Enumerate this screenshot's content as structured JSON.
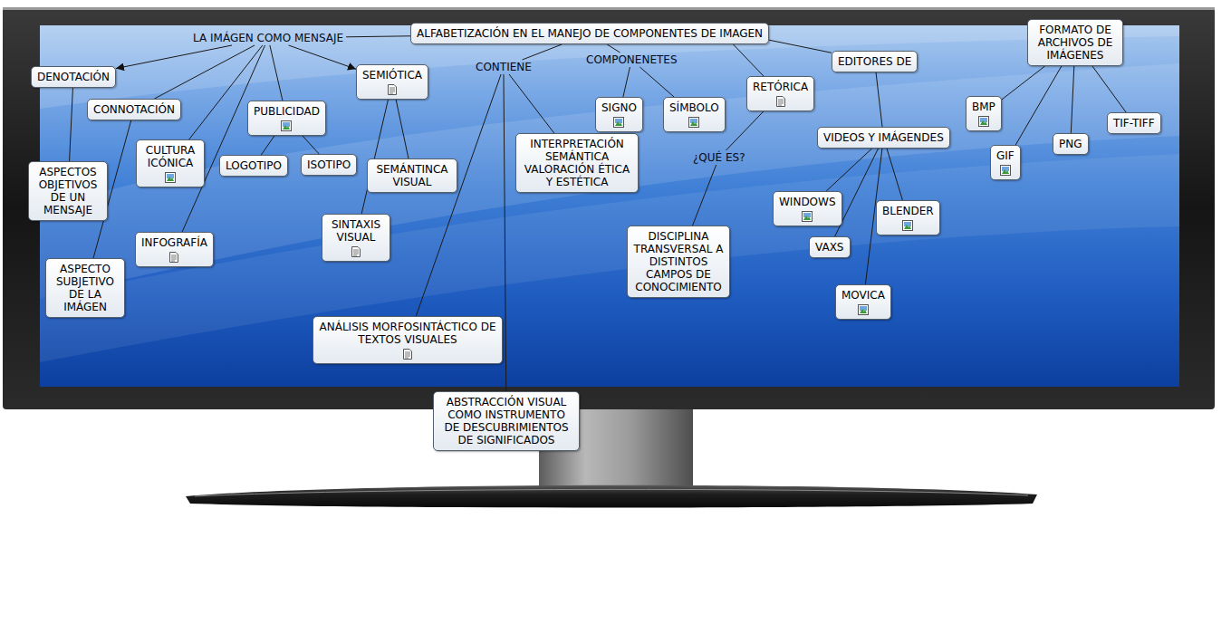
{
  "diagram": {
    "nodes": [
      {
        "text": [
          "ALFABETIZACIÓN EN EL MANEJO DE COMPONENTES DE IMAGEN"
        ]
      },
      {
        "text": [
          "LA IMÁGEN COMO MENSAJE"
        ]
      },
      {
        "text": [
          "DENOTACIÓN"
        ]
      },
      {
        "text": [
          "CONNOTACIÓN"
        ]
      },
      {
        "text": [
          "CULTURA ICÓNICA"
        ]
      },
      {
        "text": [
          "PUBLICIDAD"
        ]
      },
      {
        "text": [
          "LOGOTIPO"
        ]
      },
      {
        "text": [
          "ISOTIPO"
        ]
      },
      {
        "text": [
          "SEMIÓTICA"
        ]
      },
      {
        "text": [
          "SEMÁNTINCA VISUAL"
        ]
      },
      {
        "text": [
          "SINTAXIS VISUAL"
        ]
      },
      {
        "text": [
          "INFOGRAFÍA"
        ]
      },
      {
        "text": [
          "ASPECTOS OBJETIVOS DE UN MENSAJE"
        ]
      },
      {
        "text": [
          "ASPECTO SUBJETIVO DE LA IMÁGEN"
        ]
      },
      {
        "text": [
          "CONTIENE"
        ]
      },
      {
        "text": [
          "ANÁLISIS MORFOSINTÁCTICO DE TEXTOS VISUALES"
        ]
      },
      {
        "text": [
          "ABSTRACCIÓN VISUAL COMO INSTRUMENTO DE DESCUBRIMIENTOS DE SIGNIFICADOS"
        ]
      },
      {
        "text": [
          "INTERPRETACIÓN SEMÁNTICA VALORACIÓN ÉTICA Y ESTÉTICA"
        ]
      },
      {
        "text": [
          "COMPONENETES"
        ]
      },
      {
        "text": [
          "SIGNO"
        ]
      },
      {
        "text": [
          "SÍMBOLO"
        ]
      },
      {
        "text": [
          "RETÓRICA"
        ]
      },
      {
        "text": [
          "¿QUÉ ES?"
        ]
      },
      {
        "text": [
          "DISCIPLINA TRANSVERSAL A DISTINTOS CAMPOS DE CONOCIMIENTO"
        ]
      },
      {
        "text": [
          "EDITORES DE"
        ]
      },
      {
        "text": [
          "VIDEOS Y IMÁGENDES"
        ]
      },
      {
        "text": [
          "WINDOWS"
        ]
      },
      {
        "text": [
          "VAXS"
        ]
      },
      {
        "text": [
          "BLENDER"
        ]
      },
      {
        "text": [
          "MOVICA"
        ]
      },
      {
        "text": [
          "FORMATO DE ARCHIVOS DE IMÁGENES"
        ]
      },
      {
        "text": [
          "BMP"
        ]
      },
      {
        "text": [
          "GIF"
        ]
      },
      {
        "text": [
          "PNG"
        ]
      },
      {
        "text": [
          "TIF-TIFF"
        ]
      }
    ],
    "edges": [
      {
        "from": 0,
        "to": 1,
        "arrow": "none"
      },
      {
        "from": 1,
        "to": 2,
        "arrow": "to"
      },
      {
        "from": 1,
        "to": 3,
        "arrow": "none"
      },
      {
        "from": 1,
        "to": 4,
        "arrow": "none"
      },
      {
        "from": 1,
        "to": 5,
        "arrow": "none"
      },
      {
        "from": 1,
        "to": 11,
        "arrow": "none"
      },
      {
        "from": 1,
        "to": 8,
        "arrow": "to"
      },
      {
        "from": 2,
        "to": 12,
        "arrow": "none"
      },
      {
        "from": 3,
        "to": 13,
        "arrow": "none"
      },
      {
        "from": 5,
        "to": 6,
        "arrow": "none"
      },
      {
        "from": 5,
        "to": 7,
        "arrow": "none"
      },
      {
        "from": 8,
        "to": 9,
        "arrow": "none"
      },
      {
        "from": 8,
        "to": 10,
        "arrow": "none"
      },
      {
        "from": 0,
        "to": 14,
        "arrow": "none"
      },
      {
        "from": 14,
        "to": 15,
        "arrow": "none"
      },
      {
        "from": 14,
        "to": 16,
        "arrow": "none"
      },
      {
        "from": 14,
        "to": 17,
        "arrow": "none"
      },
      {
        "from": 0,
        "to": 18,
        "arrow": "none"
      },
      {
        "from": 18,
        "to": 19,
        "arrow": "none"
      },
      {
        "from": 18,
        "to": 20,
        "arrow": "none"
      },
      {
        "from": 0,
        "to": 21,
        "arrow": "none"
      },
      {
        "from": 21,
        "to": 22,
        "arrow": "none"
      },
      {
        "from": 22,
        "to": 23,
        "arrow": "none"
      },
      {
        "from": 0,
        "to": 24,
        "arrow": "none"
      },
      {
        "from": 24,
        "to": 25,
        "arrow": "none"
      },
      {
        "from": 25,
        "to": 26,
        "arrow": "none"
      },
      {
        "from": 25,
        "to": 27,
        "arrow": "none"
      },
      {
        "from": 25,
        "to": 28,
        "arrow": "none"
      },
      {
        "from": 25,
        "to": 29,
        "arrow": "none"
      },
      {
        "from": 30,
        "to": 31,
        "arrow": "none"
      },
      {
        "from": 30,
        "to": 32,
        "arrow": "none"
      },
      {
        "from": 30,
        "to": 33,
        "arrow": "none"
      },
      {
        "from": 30,
        "to": 34,
        "arrow": "none"
      }
    ]
  }
}
